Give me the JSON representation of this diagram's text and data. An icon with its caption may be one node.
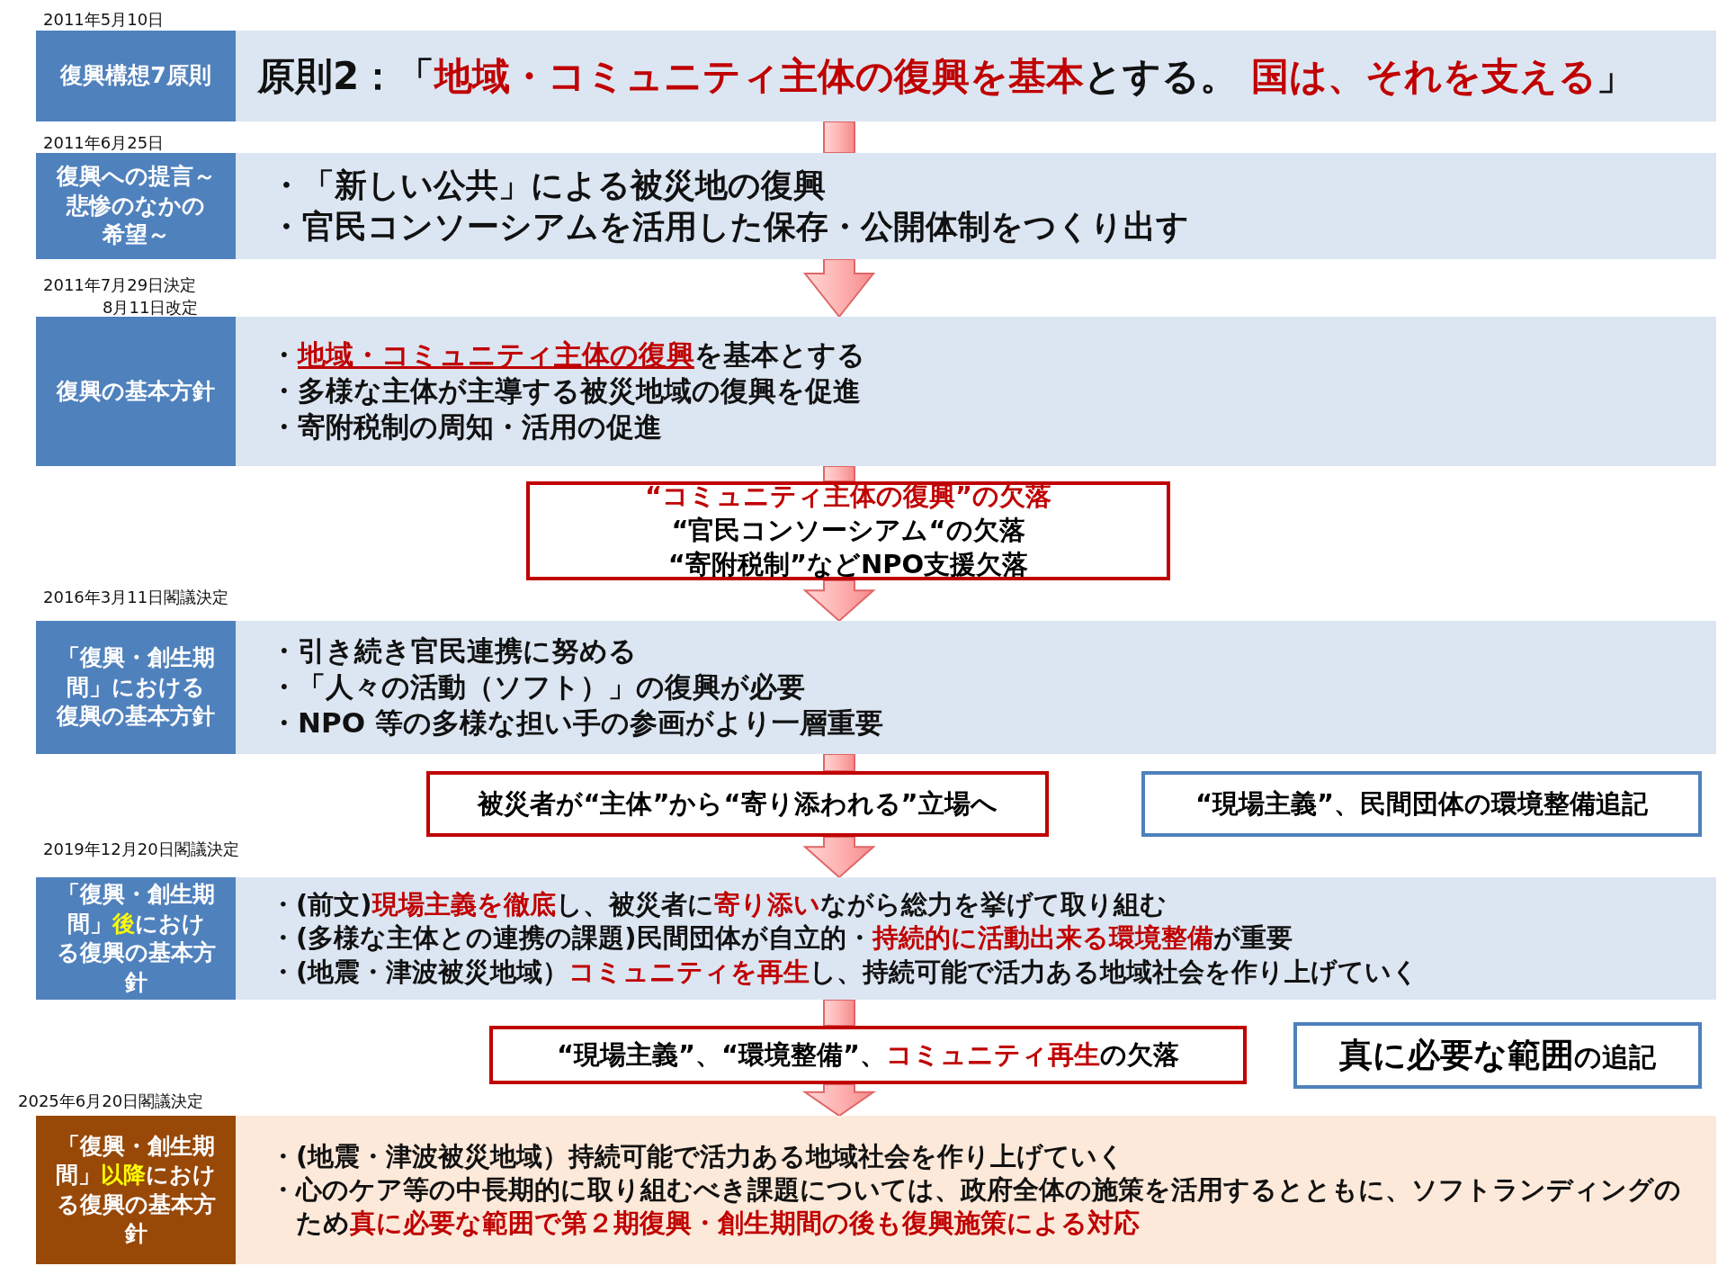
{
  "diagram": {
    "nodes": [
      {
        "text": [
          "原則2：「**地域・コミュニティ主体の復興を基本**とする。 **国は、それを支える**」"
        ],
        "beside": [
          "2011年5月10日"
        ]
      },
      {
        "text": [
          "復興構想7原則"
        ],
        "in": 0
      },
      {
        "text": [
          "・「新しい公共」による被災地の復興",
          "・官民コンソーシアムを活用した保存・公開体制をつくり出す"
        ],
        "beside": [
          "2011年6月25日"
        ]
      },
      {
        "text": [
          "復興への提言～悲惨のなかの希望～"
        ],
        "in": 2
      },
      {
        "text": [
          "・**地域・コミュニティ主体の復興**を基本とする",
          "・多様な主体が主導する被災地域の復興を促進",
          "・寄附税制の周知・活用の促進"
        ],
        "beside": [
          "2011年7月29日決定",
          "8月11日改定"
        ]
      },
      {
        "text": [
          "復興の基本方針"
        ],
        "in": 4
      },
      {
        "text": [
          "“コミュニティ主体の復興”の欠落",
          "“官民コンソーシアム“の欠落",
          "“寄附税制”などNPO支援欠落"
        ]
      },
      {
        "text": [
          "・引き続き官民連携に努める",
          "・「人々の活動（ソフト）」の復興が必要",
          "・NPO 等の多様な担い手の参画がより一層重要"
        ],
        "beside": [
          "2016年3月11日閣議決定"
        ]
      },
      {
        "text": [
          "「復興・創生期間」における復興の基本方針"
        ],
        "in": 7
      },
      {
        "text": [
          "被災者が“主体”から“寄り添われる”立場へ"
        ]
      },
      {
        "text": [
          "“現場主義”、民間団体の環境整備追記"
        ]
      },
      {
        "text": [
          "・(前文)**現場主義を徹底**し、被災者に**寄り添い**ながら総力を挙げて取り組む",
          "・(多様な主体との連携の課題)民間団体が自立的・**持続的に活動出来る環境整備**が重要",
          "・(地震・津波被災地域）**コミュニティを再生**し、持続可能で活力ある地域社会を作り上げていく"
        ],
        "beside": [
          "2019年12月20日閣議決定"
        ]
      },
      {
        "text": [
          "「復興・創生期間」**後**における復興の基本方針"
        ],
        "in": 11
      },
      {
        "text": [
          "“現場主義”、“環境整備”、**コミュニティ再生**の欠落"
        ]
      },
      {
        "text": [
          "**真に必要な範囲**の追記"
        ]
      },
      {
        "text": [
          "・(地震・津波被災地域）持続可能で活力ある地域社会を作り上げていく",
          "・心のケア等の中長期的に取り組むべき課題については、政府全体の施策を活用するとともに、ソフトランディングのため**真に必要な範囲で第２期復興・創生期間の後も復興施策による対応**"
        ],
        "beside": [
          "2025年6月20日閣議決定"
        ]
      },
      {
        "text": [
          "「復興・創生期間」**以降**における復興の基本方針"
        ],
        "in": 15
      }
    ],
    "edges": [
      {
        "from": 0,
        "to": 2,
        "arrow": "none"
      },
      {
        "from": 2,
        "to": 4,
        "arrow": "to"
      },
      {
        "from": 4,
        "to": 6,
        "arrow": "none"
      },
      {
        "from": 6,
        "to": 7,
        "arrow": "to"
      },
      {
        "from": 7,
        "to": 9,
        "arrow": "none"
      },
      {
        "from": 9,
        "to": 11,
        "arrow": "to"
      },
      {
        "from": 11,
        "to": 13,
        "arrow": "none"
      },
      {
        "from": 13,
        "to": 15,
        "arrow": "to"
      }
    ]
  }
}
